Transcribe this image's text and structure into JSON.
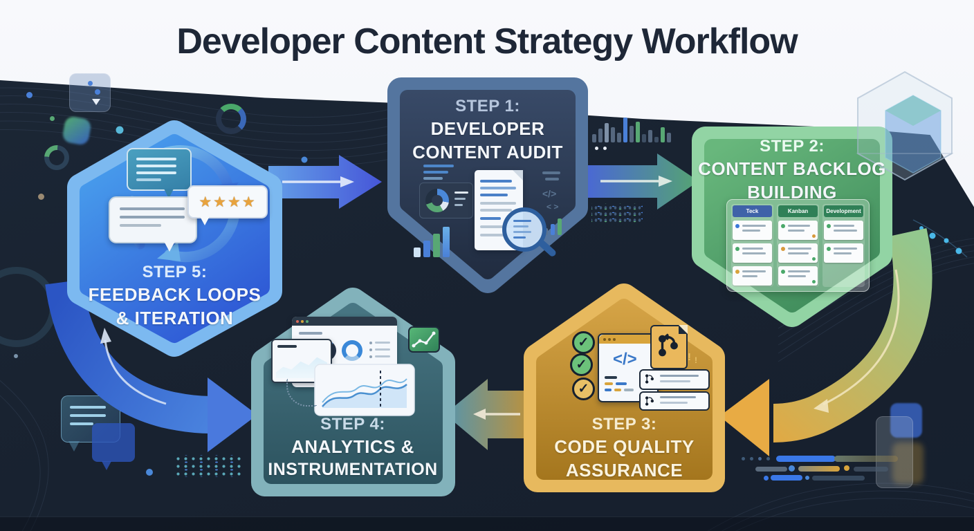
{
  "title": "Developer Content Strategy Workflow",
  "steps": [
    {
      "label": "STEP 1:",
      "line1": "DEVELOPER",
      "line2": "CONTENT AUDIT",
      "fill": "#2c3a52",
      "border": "#54759f",
      "label_color": "#b5c5dc"
    },
    {
      "label": "STEP 2:",
      "line1": "CONTENT BACKLOG",
      "line2": "BUILDING",
      "fill": "#4c9c64",
      "border": "#92d4a4",
      "label_color": "#eafaf0"
    },
    {
      "label": "STEP 3:",
      "line1": "CODE QUALITY",
      "line2": "ASSURANCE",
      "fill": "#bf8c2c",
      "border": "#e7b95e",
      "label_color": "#f6ecd0"
    },
    {
      "label": "STEP 4:",
      "line1": "ANALYTICS &",
      "line2": "INSTRUMENTATION",
      "fill": "#3a6572",
      "border": "#82b2bb",
      "label_color": "#c9dbe8"
    },
    {
      "label": "STEP 5:",
      "line1": "FEEDBACK LOOPS",
      "line2": "& ITERATION",
      "fill": "#3a7ae0",
      "border": "#7cb9f0",
      "label_color": "#dcebfc"
    }
  ],
  "kanban": {
    "columns": [
      {
        "header": "Teck",
        "header_color": "#3f62a8",
        "cards": [
          {
            "dot": "#3c78d8"
          },
          {
            "dot": "#4aa86a"
          },
          {
            "dot": "#d8a33c"
          }
        ]
      },
      {
        "header": "Kanban",
        "header_color": "#2f8057",
        "cards": [
          {
            "dot": "#4aa86a",
            "dot2": "#d89a3c"
          },
          {
            "dot": "#d89a3c",
            "dot2": "#4aa86a"
          },
          {
            "dot": "#4aa86a",
            "dot2": "#4aa86a"
          }
        ]
      },
      {
        "header": "Development",
        "header_color": "#2f8057",
        "cards": [
          {
            "dot": "#4aa86a"
          },
          {
            "dot": "#4aa86a"
          }
        ]
      }
    ]
  },
  "glyphs": {
    "check": "✓",
    "code": "</>",
    "code_small": "< >",
    "stars": "★★★★",
    "exclaim": "!"
  },
  "icons": [
    "feedback-loop-icon",
    "chat-bubble-icon",
    "star-rating-icon",
    "dashboard-icon",
    "document-audit-icon",
    "magnifier-icon",
    "bar-chart-icon",
    "kanban-board-icon",
    "checklist-icon",
    "code-window-icon",
    "git-file-icon",
    "git-card-icon",
    "analytics-window-icon",
    "area-chart-icon",
    "trend-chart-icon",
    "wave-chart-icon"
  ],
  "colors": {
    "background": "#1a2433",
    "header_bg": "#f3f5f9",
    "title": "#1e2737",
    "arrow_blue": "#4a6ad8",
    "arrow_green": "#58a874",
    "arrow_gold": "#d8a43c",
    "arrow_teal": "#5898b0"
  }
}
